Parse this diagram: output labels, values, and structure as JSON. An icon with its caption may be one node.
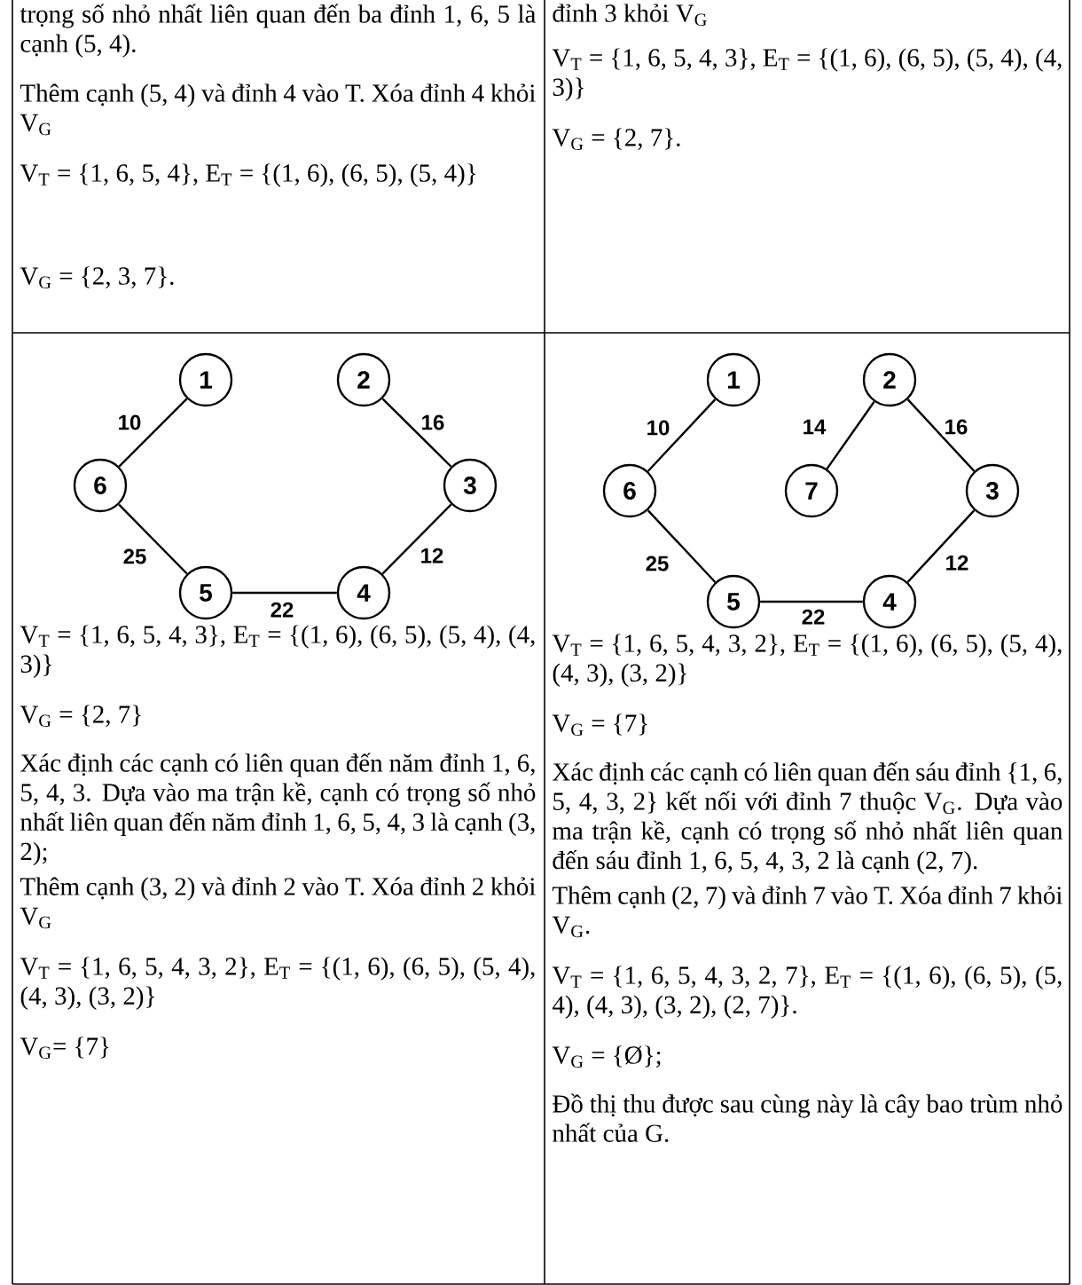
{
  "diagram": {
    "nodes": [
      {
        "text": [
          "1"
        ]
      },
      {
        "text": [
          "2"
        ]
      },
      {
        "text": [
          "6"
        ]
      },
      {
        "text": [
          "3"
        ]
      },
      {
        "text": [
          "5"
        ]
      },
      {
        "text": [
          "4"
        ]
      },
      {
        "text": [
          "1"
        ]
      },
      {
        "text": [
          "2"
        ]
      },
      {
        "text": [
          "6"
        ]
      },
      {
        "text": [
          "7"
        ]
      },
      {
        "text": [
          "3"
        ]
      },
      {
        "text": [
          "5"
        ]
      },
      {
        "text": [
          "4"
        ]
      }
    ],
    "edges": [
      {
        "from": 0,
        "to": 2,
        "arrow": "none",
        "label": "10"
      },
      {
        "from": 1,
        "to": 3,
        "arrow": "none",
        "label": "16"
      },
      {
        "from": 2,
        "to": 4,
        "arrow": "none",
        "label": "25"
      },
      {
        "from": 3,
        "to": 5,
        "arrow": "none",
        "label": "12"
      },
      {
        "from": 4,
        "to": 5,
        "arrow": "none",
        "label": "22"
      },
      {
        "from": 6,
        "to": 8,
        "arrow": "none",
        "label": "10"
      },
      {
        "from": 7,
        "to": 9,
        "arrow": "none",
        "label": "14"
      },
      {
        "from": 7,
        "to": 10,
        "arrow": "none",
        "label": "16"
      },
      {
        "from": 8,
        "to": 11,
        "arrow": "none",
        "label": "25"
      },
      {
        "from": 10,
        "to": 12,
        "arrow": "none",
        "label": "12"
      },
      {
        "from": 11,
        "to": 12,
        "arrow": "none",
        "label": "22"
      }
    ],
    "labels": [
      "trọng số nhỏ nhất liên quan đến ba đỉnh 1, 6, 5 là cạnh (5, 4).",
      "Thêm cạnh (5, 4) và đỉnh 4 vào T. Xóa đỉnh 4 khỏi V$_{G}$",
      "V$_{T}$ = {1, 6, 5, 4}, E$_{T}$ = {(1, 6), (6, 5), (5, 4)}",
      "V$_{G}$ = {2, 3, 7}.",
      "đỉnh 3 khỏi V$_{G}$",
      "V$_{T}$ = {1, 6, 5, 4, 3}, E$_{T}$ = {(1, 6), (6, 5), (5, 4), (4, 3)}",
      "V$_{G}$ = {2, 7}.",
      "V$_{T}$ = {1, 6, 5, 4, 3}, E$_{T}$ = {(1, 6), (6, 5), (5, 4), (4, 3)}",
      "V$_{G}$ = {2, 7}",
      "Xác định các cạnh có liên quan đến năm đỉnh 1, 6, 5, 4, 3. Dựa vào ma trận kề, cạnh có trọng số nhỏ nhất liên quan đến năm đỉnh 1, 6, 5, 4, 3 là cạnh (3, 2);",
      "Thêm cạnh (3, 2) và đỉnh 2 vào T. Xóa đỉnh 2 khỏi V$_{G}$",
      "V$_{T}$ = {1, 6, 5, 4, 3, 2}, E$_{T}$ = {(1, 6), (6, 5), (5, 4), (4, 3), (3, 2)}",
      "V$_{G}$= {7}",
      "V$_{T}$ = {1, 6, 5, 4, 3, 2}, E$_{T}$ = {(1, 6), (6, 5), (5, 4), (4, 3), (3, 2)}",
      "V$_{G}$ = {7}",
      "Xác định các cạnh có liên quan đến sáu đỉnh {1, 6, 5, 4, 3, 2} kết nối với đỉnh 7 thuộc V$_{G}$. Dựa vào ma trận kề, cạnh có trọng số nhỏ nhất liên quan đến sáu đỉnh 1, 6, 5, 4, 3, 2 là cạnh (2, 7).",
      "Thêm cạnh (2, 7) và đỉnh 7 vào T. Xóa đỉnh 7 khỏi V$_{G}$.",
      "V$_{T}$ = {1, 6, 5, 4, 3, 2, 7}, E$_{T}$ = {(1, 6), (6, 5), (5, 4), (4, 3), (3, 2), (2, 7)}.",
      "V$_{G}$ = {Ø};",
      "Đồ thị thu được sau cùng này là cây bao trùm nhỏ nhất của G."
    ]
  }
}
